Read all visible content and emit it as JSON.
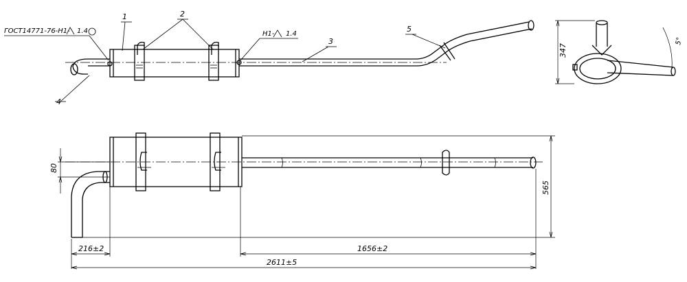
{
  "annotations": {
    "gost": "ГОСТ14771-76-Н1-",
    "gost_value": "1.4",
    "h1": "Н1-",
    "h1_value": "1.4",
    "angle": "5°"
  },
  "callouts": {
    "c1": "1",
    "c2": "2",
    "c3": "3",
    "c4": "4",
    "c5": "5"
  },
  "dimensions": {
    "d347": "347",
    "d80": "80",
    "d565": "565",
    "d216": "216±2",
    "d1656": "1656±2",
    "d2611": "2611±5"
  }
}
